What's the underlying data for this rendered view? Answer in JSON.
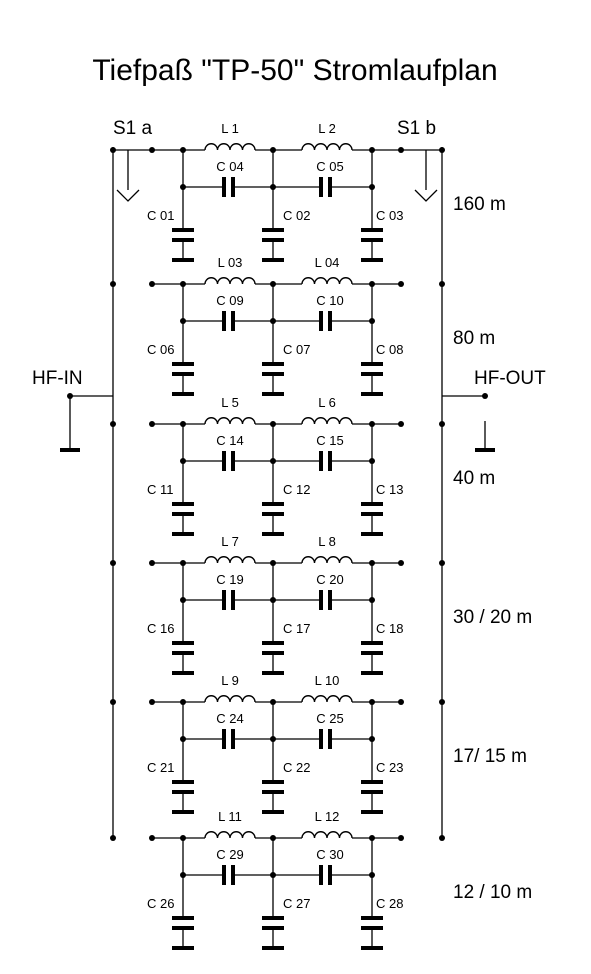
{
  "title": "Tiefpaß  \"TP-50\" Stromlaufplan",
  "switches": {
    "left": "S1 a",
    "right": "S1 b"
  },
  "ports": {
    "input": "HF-IN",
    "output": "HF-OUT"
  },
  "sections": [
    {
      "band": "160 m",
      "inductors": [
        "L 1",
        "L 2"
      ],
      "series_caps": [
        "C 04",
        "C 05"
      ],
      "shunt_caps": [
        "C 01",
        "C 02",
        "C 03"
      ]
    },
    {
      "band": "80 m",
      "inductors": [
        "L 03",
        "L 04"
      ],
      "series_caps": [
        "C 09",
        "C 10"
      ],
      "shunt_caps": [
        "C 06",
        "C 07",
        "C 08"
      ]
    },
    {
      "band": "40 m",
      "inductors": [
        "L 5",
        "L 6"
      ],
      "series_caps": [
        "C 14",
        "C 15"
      ],
      "shunt_caps": [
        "C 11",
        "C 12",
        "C 13"
      ]
    },
    {
      "band": "30 / 20 m",
      "inductors": [
        "L 7",
        "L 8"
      ],
      "series_caps": [
        "C 19",
        "C 20"
      ],
      "shunt_caps": [
        "C 16",
        "C 17",
        "C 18"
      ]
    },
    {
      "band": "17/ 15 m",
      "inductors": [
        "L 9",
        "L 10"
      ],
      "series_caps": [
        "C 24",
        "C 25"
      ],
      "shunt_caps": [
        "C 21",
        "C 22",
        "C 23"
      ]
    },
    {
      "band": "12 / 10 m",
      "inductors": [
        "L 11",
        "L 12"
      ],
      "series_caps": [
        "C 29",
        "C 30"
      ],
      "shunt_caps": [
        "C 26",
        "C 27",
        "C 28"
      ]
    }
  ]
}
